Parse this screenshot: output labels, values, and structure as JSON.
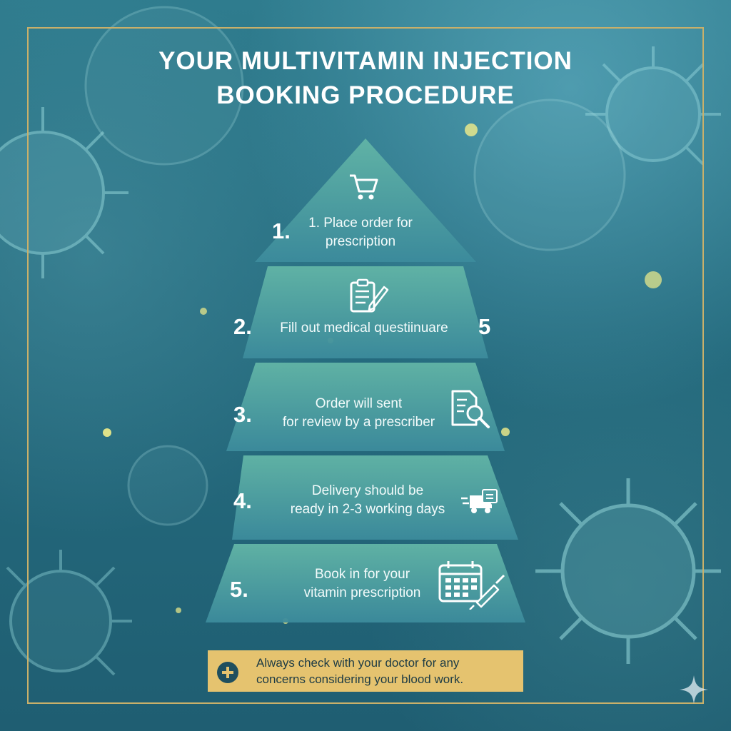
{
  "title_line1": "YOUR MULTIVITAMIN INJECTION",
  "title_line2": "BOOKING PROCEDURE",
  "steps": [
    {
      "num": "1.",
      "line1": "1. Place order for",
      "line2": "prescription",
      "icon": "shopping-cart-icon"
    },
    {
      "num": "2.",
      "line1": "Fill out medical questiinuare",
      "line2": "",
      "icon": "clipboard-pen-icon"
    },
    {
      "num": "3.",
      "line1": "Order will sent",
      "line2": "for review by a prescriber",
      "icon": "document-search-icon"
    },
    {
      "num": "4.",
      "line1": "Delivery should be",
      "line2": "ready in 2-3 working days",
      "icon": "delivery-truck-icon"
    },
    {
      "num": "5.",
      "line1": "Book in for your",
      "line2": "vitamin prescription",
      "icon": "calendar-syringe-icon"
    }
  ],
  "side_number": "5",
  "disclaimer_line1": "Always check with your doctor for any",
  "disclaimer_line2": "concerns considering your blood work.",
  "colors": {
    "frame": "#c9b06a",
    "disclaimer_bg": "#e5c36f",
    "tier_top": "#5fb0a3",
    "tier_bottom": "#3d8b9b"
  }
}
